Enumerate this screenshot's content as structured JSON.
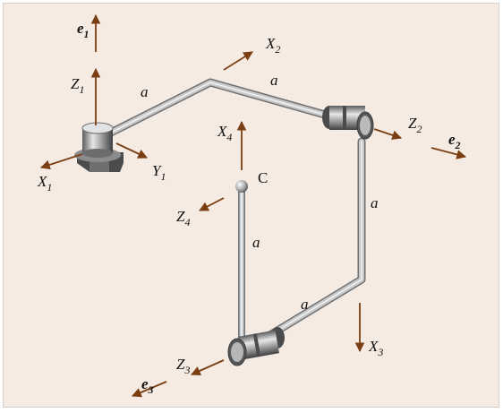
{
  "labels": {
    "e1": {
      "main": "e",
      "sub": "1"
    },
    "e2": {
      "main": "e",
      "sub": "2"
    },
    "e3": {
      "main": "e",
      "sub": "3"
    },
    "Z1": {
      "main": "Z",
      "sub": "1"
    },
    "X1": {
      "main": "X",
      "sub": "1"
    },
    "Y1": {
      "main": "Y",
      "sub": "1"
    },
    "X2": {
      "main": "X",
      "sub": "2"
    },
    "Z2": {
      "main": "Z",
      "sub": "2"
    },
    "X3": {
      "main": "X",
      "sub": "3"
    },
    "Z3": {
      "main": "Z",
      "sub": "3"
    },
    "X4": {
      "main": "X",
      "sub": "4"
    },
    "Z4": {
      "main": "Z",
      "sub": "4"
    },
    "point_C": "C",
    "link_a": "a"
  },
  "colors": {
    "background": "#f6ebe3",
    "arrow": "#7a3e12",
    "rod": "#9ea0a3",
    "rod_highlight": "#f0f0f0",
    "joint_dark": "#4a4b4d",
    "joint_light": "#d9dadb",
    "text": "#111111"
  }
}
